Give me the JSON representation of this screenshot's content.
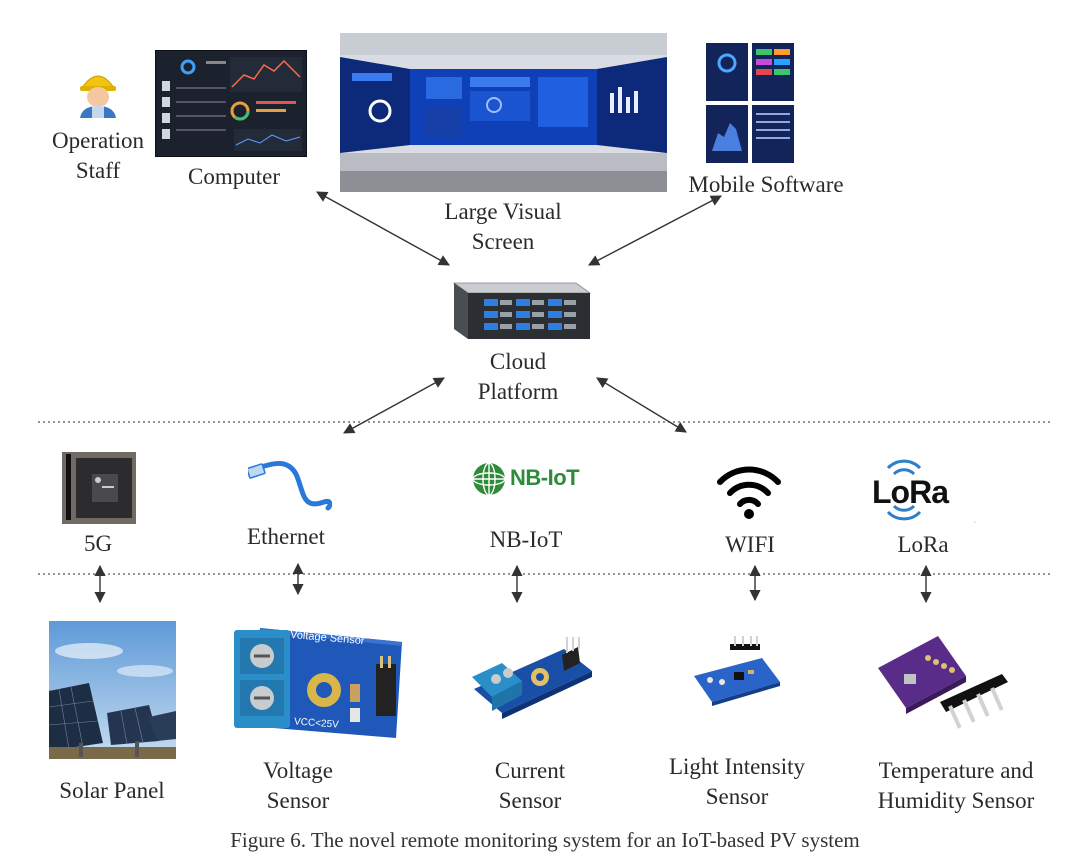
{
  "top": {
    "operation_staff": "Operation\nStaff",
    "computer": "Computer",
    "large_visual_screen": "Large Visual\nScreen",
    "mobile_software": "Mobile Software"
  },
  "cloud": {
    "label": "Cloud\nPlatform"
  },
  "networks": [
    {
      "label": "5G"
    },
    {
      "label": "Ethernet"
    },
    {
      "label": "NB-IoT",
      "logo_text": "NB-IoT"
    },
    {
      "label": "WIFI"
    },
    {
      "label": "LoRa",
      "logo_text": "LoRa"
    }
  ],
  "sensors": [
    {
      "label": "Solar Panel"
    },
    {
      "label": "Voltage\nSensor",
      "board_text": "Voltage Sensor",
      "board_text2": "VCC<25V"
    },
    {
      "label": "Current\nSensor"
    },
    {
      "label": "Light Intensity\nSensor"
    },
    {
      "label": "Temperature and\nHumidity Sensor"
    }
  ],
  "caption": "Figure 6. The novel remote monitoring system for an IoT-based PV system",
  "colors": {
    "arrow": "#333333",
    "dotted_line": "#555555",
    "nbiot_green": "#2e8b3a",
    "lora_blue": "#2d7fc8"
  }
}
